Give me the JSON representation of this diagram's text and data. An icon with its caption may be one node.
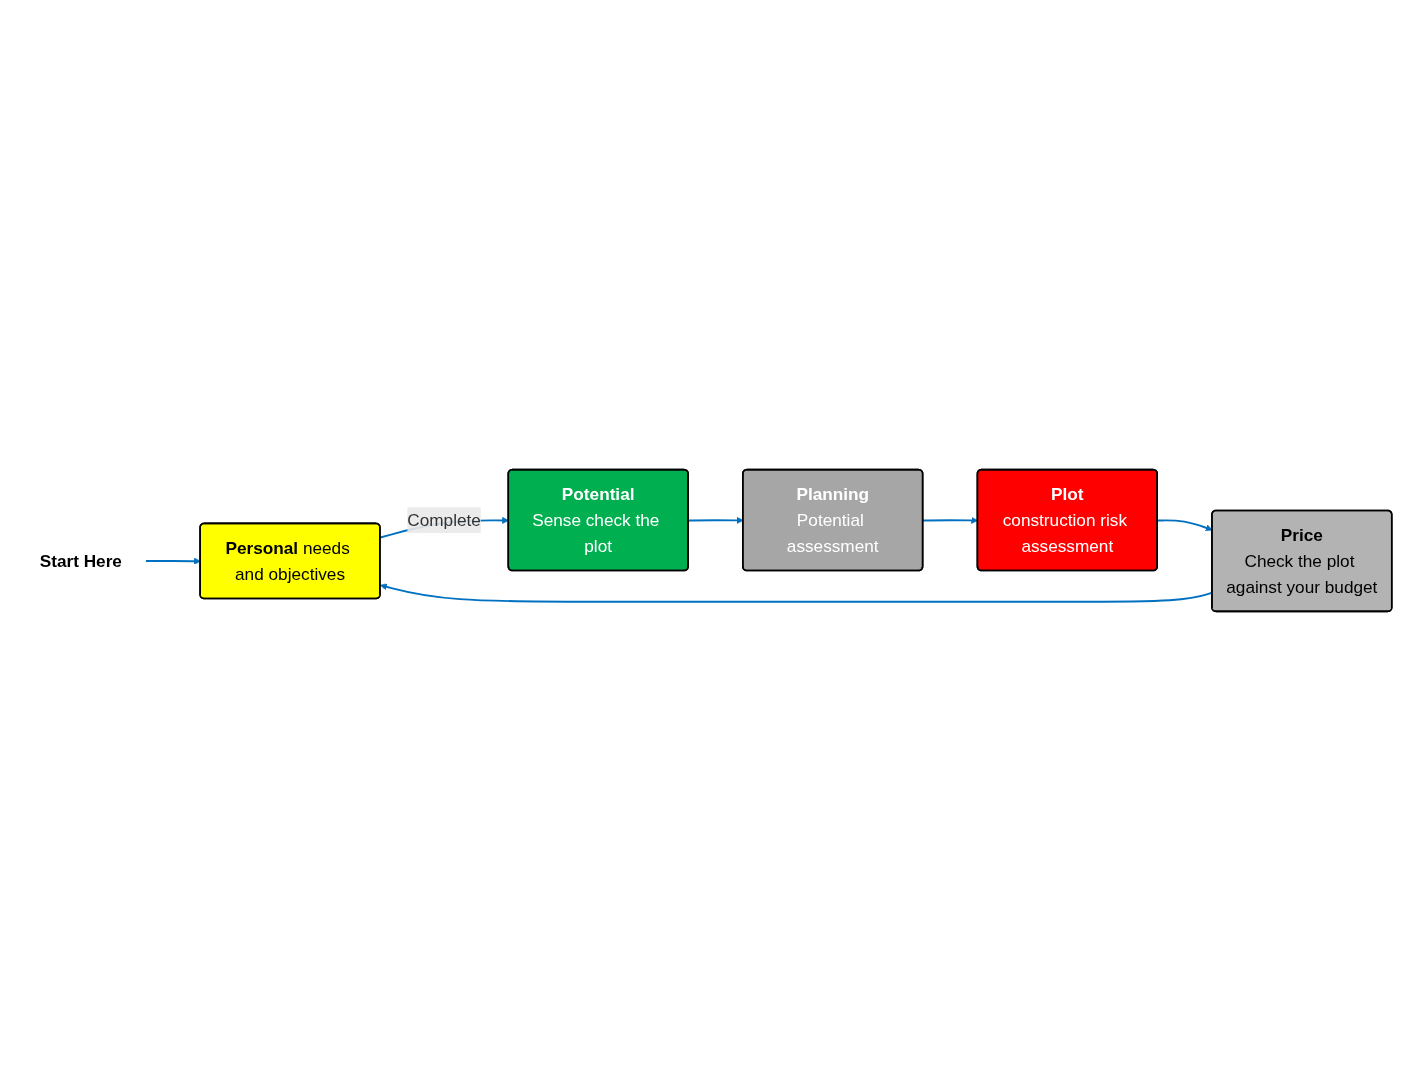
{
  "diagram": {
    "nodes": [
      {
        "text": [
          "Start Here"
        ]
      },
      {
        "text": [
          "**Personal** needs and objectives"
        ]
      },
      {
        "text": [
          "Potential",
          "Sense check the plot"
        ]
      },
      {
        "text": [
          "Planning",
          "Potential assessment"
        ]
      },
      {
        "text": [
          "Plot",
          "construction risk assessment"
        ]
      },
      {
        "text": [
          "Price",
          "Check the plot against your budget"
        ]
      }
    ],
    "edges": [
      {
        "from": 0,
        "to": 1,
        "arrow": "to"
      },
      {
        "from": 1,
        "to": 2,
        "arrow": "to",
        "label": "Complete"
      },
      {
        "from": 2,
        "to": 3,
        "arrow": "to"
      },
      {
        "from": 3,
        "to": 4,
        "arrow": "to"
      },
      {
        "from": 4,
        "to": 5,
        "arrow": "to"
      },
      {
        "from": 5,
        "to": 1,
        "arrow": "to"
      }
    ]
  }
}
